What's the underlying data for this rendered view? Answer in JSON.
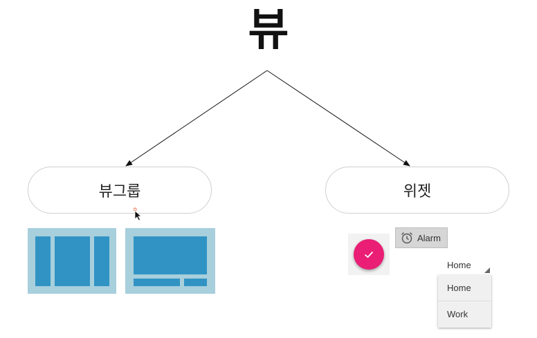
{
  "title": "뷰",
  "nodes": {
    "left_label": "뷰그룹",
    "right_label": "위젯"
  },
  "widgets": {
    "fab_icon": "check-icon",
    "alarm_button_label": "Alarm",
    "alarm_icon": "alarm-clock-icon",
    "spinner_value": "Home",
    "dropdown_options": [
      "Home",
      "Work"
    ]
  },
  "colors": {
    "panel_bg": "#a8cfdc",
    "panel_block": "#3193c4",
    "fab": "#e91e74"
  }
}
